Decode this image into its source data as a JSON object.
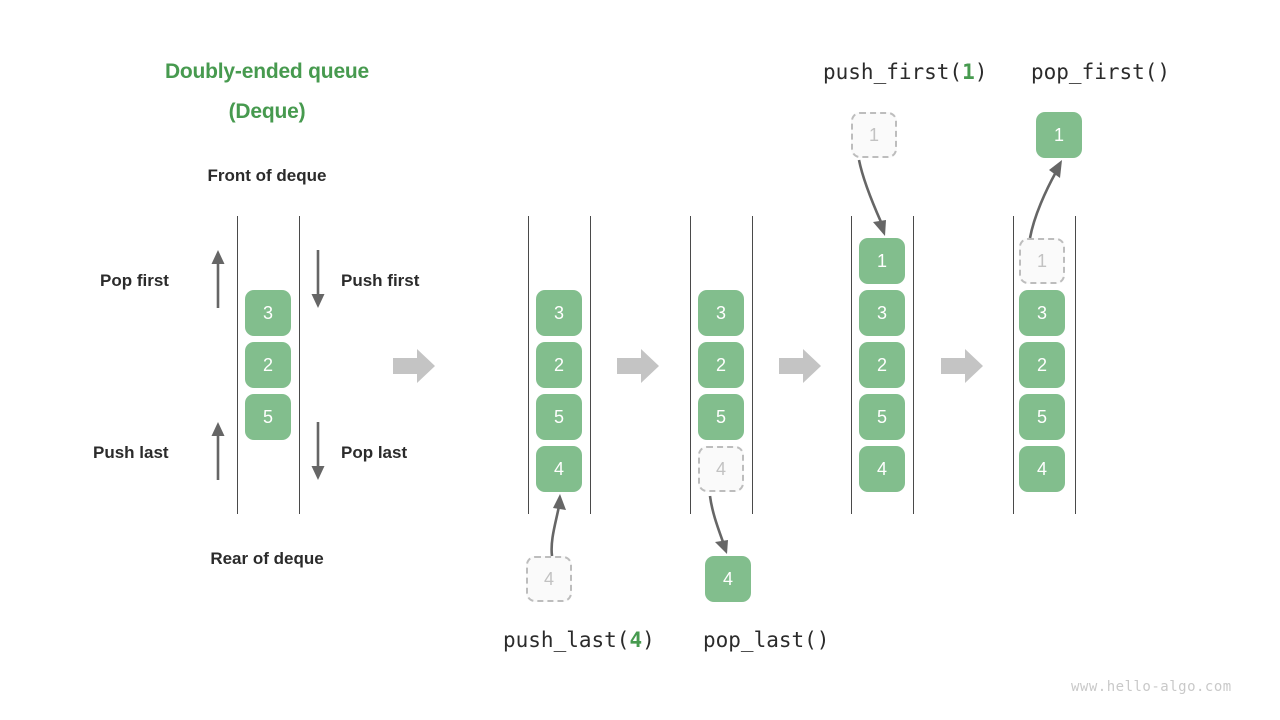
{
  "title": {
    "line1": "Doubly-ended queue",
    "line2": "(Deque)"
  },
  "labels": {
    "front": "Front of deque",
    "rear": "Rear of deque",
    "pop_first": "Pop first",
    "push_first": "Push first",
    "push_last": "Push last",
    "pop_last": "Pop last"
  },
  "operations": {
    "push_first": {
      "name": "push_first(",
      "arg": "1",
      "close": ")"
    },
    "pop_first": {
      "name": "pop_first()"
    },
    "push_last": {
      "name": "push_last(",
      "arg": "4",
      "close": ")"
    },
    "pop_last": {
      "name": "pop_last()"
    }
  },
  "colors": {
    "node_fill": "#82BE8D",
    "node_text": "#ffffff",
    "ghost_fill": "#fafafa",
    "ghost_border": "#bdbdbd",
    "ghost_text": "#c2c2c2",
    "accent_green": "#479A4F",
    "rail": "#4a4a4a",
    "block_arrow": "#c4c4c4",
    "thin_arrow": "#666666",
    "label_text": "#2b2b2b",
    "watermark": "#c9c9c9"
  },
  "stages": [
    {
      "id": "stage-initial",
      "nodes": [
        {
          "value": "3",
          "state": "solid"
        },
        {
          "value": "2",
          "state": "solid"
        },
        {
          "value": "5",
          "state": "solid"
        }
      ]
    },
    {
      "id": "stage-push-last",
      "nodes": [
        {
          "value": "3",
          "state": "solid"
        },
        {
          "value": "2",
          "state": "solid"
        },
        {
          "value": "5",
          "state": "solid"
        },
        {
          "value": "4",
          "state": "solid"
        }
      ],
      "incoming": {
        "value": "4",
        "state": "ghost"
      }
    },
    {
      "id": "stage-pop-last",
      "nodes": [
        {
          "value": "3",
          "state": "solid"
        },
        {
          "value": "2",
          "state": "solid"
        },
        {
          "value": "5",
          "state": "solid"
        },
        {
          "value": "4",
          "state": "ghost"
        }
      ],
      "outgoing": {
        "value": "4",
        "state": "solid"
      }
    },
    {
      "id": "stage-push-first",
      "nodes": [
        {
          "value": "1",
          "state": "solid"
        },
        {
          "value": "3",
          "state": "solid"
        },
        {
          "value": "2",
          "state": "solid"
        },
        {
          "value": "5",
          "state": "solid"
        },
        {
          "value": "4",
          "state": "solid"
        }
      ],
      "incoming": {
        "value": "1",
        "state": "ghost"
      }
    },
    {
      "id": "stage-pop-first",
      "nodes": [
        {
          "value": "1",
          "state": "ghost"
        },
        {
          "value": "3",
          "state": "solid"
        },
        {
          "value": "2",
          "state": "solid"
        },
        {
          "value": "5",
          "state": "solid"
        },
        {
          "value": "4",
          "state": "solid"
        }
      ],
      "outgoing": {
        "value": "1",
        "state": "solid"
      }
    }
  ],
  "watermark": "www.hello-algo.com"
}
